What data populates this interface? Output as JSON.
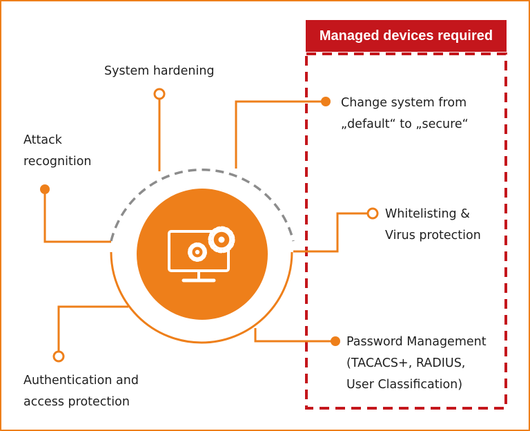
{
  "banner": {
    "text": "Managed devices required"
  },
  "labels": {
    "system_hardening": "System hardening",
    "attack_recognition": [
      "Attack",
      "recognition"
    ],
    "authentication": [
      "Authentication and",
      "access protection"
    ],
    "change_system": [
      "Change system from",
      "„default“ to „secure“"
    ],
    "whitelisting": [
      "Whitelisting &",
      "Virus protection"
    ],
    "password_mgmt": [
      "Password Management",
      "(TACACS+, RADIUS,",
      "User Classification)"
    ]
  },
  "center_icon": "monitor-with-gears-icon",
  "colors": {
    "orange": "#ee7f1a",
    "red": "#c4161c",
    "gray_dash": "#8c8c8c",
    "text": "#1f1f1f"
  }
}
